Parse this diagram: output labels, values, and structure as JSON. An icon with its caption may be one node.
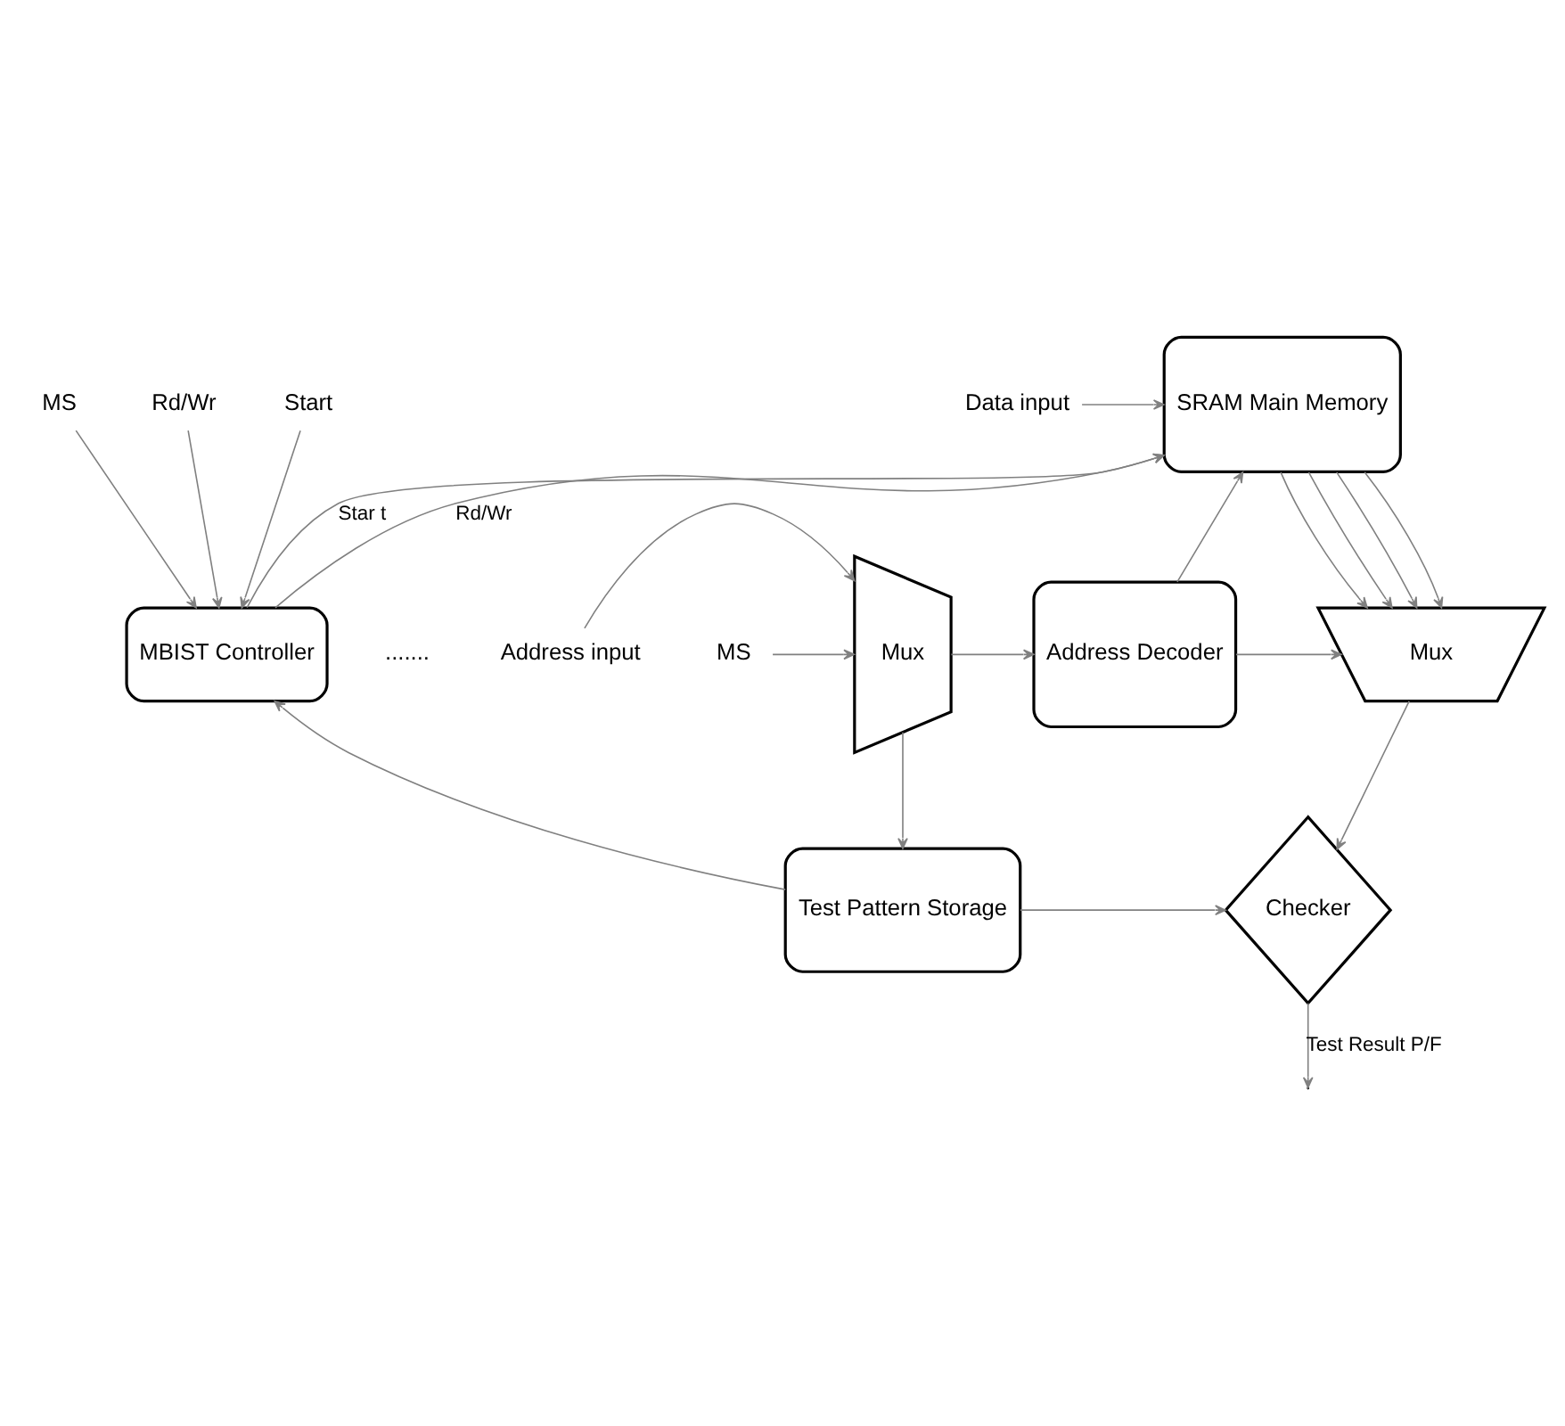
{
  "diagram": {
    "nodes": [
      {
        "text": [
          "Data input"
        ]
      },
      {
        "text": [
          "SRAM Main Memory"
        ]
      },
      {
        "text": [
          "Address input"
        ]
      },
      {
        "text": [
          "Mux"
        ]
      },
      {
        "text": [
          "MS"
        ]
      },
      {
        "text": [
          "Address Decoder"
        ]
      },
      {
        "text": [
          "Mux"
        ]
      },
      {
        "text": [
          "MBIST Controller"
        ]
      },
      {
        "text": [
          "Test Pattern Storage"
        ]
      },
      {
        "text": [
          "Checker"
        ]
      },
      {
        "text": [
          "MS"
        ]
      },
      {
        "text": [
          "Rd/Wr"
        ]
      },
      {
        "text": [
          "Start"
        ]
      }
    ],
    "edges": [
      {
        "from": 0,
        "to": 1,
        "arrow": "to"
      },
      {
        "from": 5,
        "to": 1,
        "arrow": "to"
      },
      {
        "from": 7,
        "to": 1,
        "arrow": "to",
        "label": "Star t"
      },
      {
        "from": 7,
        "to": 1,
        "arrow": "to",
        "label": "Rd/Wr"
      },
      {
        "from": 1,
        "to": 6,
        "arrow": "to"
      },
      {
        "from": 1,
        "to": 6,
        "arrow": "to"
      },
      {
        "from": 1,
        "to": 6,
        "arrow": "to"
      },
      {
        "from": 1,
        "to": 6,
        "arrow": "to"
      },
      {
        "from": 2,
        "to": 3,
        "arrow": "to"
      },
      {
        "from": 4,
        "to": 3,
        "arrow": "to"
      },
      {
        "from": 3,
        "to": 5,
        "arrow": "to"
      },
      {
        "from": 5,
        "to": 6,
        "arrow": "to"
      },
      {
        "from": 6,
        "to": 9,
        "arrow": "to"
      },
      {
        "from": 3,
        "to": 8,
        "arrow": "to"
      },
      {
        "from": 8,
        "to": 9,
        "arrow": "to"
      },
      {
        "from": 9,
        "to": null,
        "arrow": "to",
        "label": "Test Result P/F"
      },
      {
        "from": 8,
        "to": 7,
        "arrow": "to"
      },
      {
        "from": 10,
        "to": 7,
        "arrow": "to"
      },
      {
        "from": 11,
        "to": 7,
        "arrow": "to"
      },
      {
        "from": 12,
        "to": 7,
        "arrow": "to"
      }
    ],
    "labels": [
      "......."
    ]
  }
}
